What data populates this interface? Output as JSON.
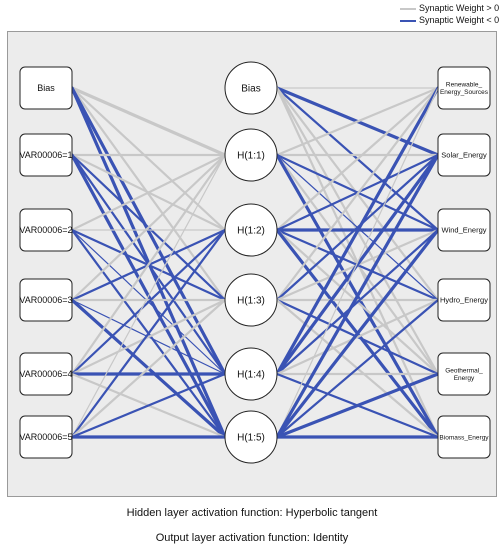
{
  "legend": {
    "positive_label": "Synaptic Weight > 0",
    "negative_label": "Synaptic Weight < 0",
    "positive_color": "#c8c8c8",
    "negative_color": "#3a53b4"
  },
  "layers": {
    "input": [
      {
        "id": "in-bias",
        "label": "Bias"
      },
      {
        "id": "in-1",
        "label": "VAR00006=1"
      },
      {
        "id": "in-2",
        "label": "VAR00006=2"
      },
      {
        "id": "in-3",
        "label": "VAR00006=3"
      },
      {
        "id": "in-4",
        "label": "VAR00006=4"
      },
      {
        "id": "in-5",
        "label": "VAR00006=5"
      }
    ],
    "hidden": [
      {
        "id": "h-bias",
        "label": "Bias"
      },
      {
        "id": "h-1",
        "label": "H(1:1)"
      },
      {
        "id": "h-2",
        "label": "H(1:2)"
      },
      {
        "id": "h-3",
        "label": "H(1:3)"
      },
      {
        "id": "h-4",
        "label": "H(1:4)"
      },
      {
        "id": "h-5",
        "label": "H(1:5)"
      }
    ],
    "output": [
      {
        "id": "o-1",
        "label": "Renewable_ Energy_Sources"
      },
      {
        "id": "o-2",
        "label": "Solar_Energy"
      },
      {
        "id": "o-3",
        "label": "Wind_Energy"
      },
      {
        "id": "o-4",
        "label": "Hydro_Energy"
      },
      {
        "id": "o-5",
        "label": "Geothermal_ Energy"
      },
      {
        "id": "o-6",
        "label": "Biomass_Energy"
      }
    ]
  },
  "connections_input_hidden": [
    {
      "from": "in-bias",
      "to": "h-1",
      "sign": "positive",
      "strength": 3
    },
    {
      "from": "in-bias",
      "to": "h-2",
      "sign": "positive",
      "strength": 2
    },
    {
      "from": "in-bias",
      "to": "h-3",
      "sign": "positive",
      "strength": 2
    },
    {
      "from": "in-bias",
      "to": "h-4",
      "sign": "negative",
      "strength": 3
    },
    {
      "from": "in-bias",
      "to": "h-5",
      "sign": "negative",
      "strength": 3
    },
    {
      "from": "in-1",
      "to": "h-1",
      "sign": "positive",
      "strength": 2
    },
    {
      "from": "in-1",
      "to": "h-2",
      "sign": "positive",
      "strength": 2
    },
    {
      "from": "in-1",
      "to": "h-3",
      "sign": "negative",
      "strength": 2
    },
    {
      "from": "in-1",
      "to": "h-4",
      "sign": "negative",
      "strength": 2
    },
    {
      "from": "in-1",
      "to": "h-5",
      "sign": "negative",
      "strength": 3
    },
    {
      "from": "in-2",
      "to": "h-1",
      "sign": "positive",
      "strength": 2
    },
    {
      "from": "in-2",
      "to": "h-2",
      "sign": "positive",
      "strength": 1
    },
    {
      "from": "in-2",
      "to": "h-3",
      "sign": "negative",
      "strength": 2
    },
    {
      "from": "in-2",
      "to": "h-4",
      "sign": "negative",
      "strength": 1
    },
    {
      "from": "in-2",
      "to": "h-5",
      "sign": "negative",
      "strength": 2
    },
    {
      "from": "in-3",
      "to": "h-1",
      "sign": "positive",
      "strength": 2
    },
    {
      "from": "in-3",
      "to": "h-2",
      "sign": "negative",
      "strength": 2
    },
    {
      "from": "in-3",
      "to": "h-3",
      "sign": "positive",
      "strength": 2
    },
    {
      "from": "in-3",
      "to": "h-4",
      "sign": "negative",
      "strength": 1
    },
    {
      "from": "in-3",
      "to": "h-5",
      "sign": "negative",
      "strength": 3
    },
    {
      "from": "in-4",
      "to": "h-1",
      "sign": "positive",
      "strength": 2
    },
    {
      "from": "in-4",
      "to": "h-2",
      "sign": "negative",
      "strength": 2
    },
    {
      "from": "in-4",
      "to": "h-3",
      "sign": "positive",
      "strength": 2
    },
    {
      "from": "in-4",
      "to": "h-4",
      "sign": "negative",
      "strength": 3
    },
    {
      "from": "in-4",
      "to": "h-5",
      "sign": "positive",
      "strength": 2
    },
    {
      "from": "in-5",
      "to": "h-1",
      "sign": "positive",
      "strength": 1
    },
    {
      "from": "in-5",
      "to": "h-2",
      "sign": "negative",
      "strength": 2
    },
    {
      "from": "in-5",
      "to": "h-3",
      "sign": "positive",
      "strength": 2
    },
    {
      "from": "in-5",
      "to": "h-4",
      "sign": "negative",
      "strength": 2
    },
    {
      "from": "in-5",
      "to": "h-5",
      "sign": "negative",
      "strength": 3
    }
  ],
  "connections_hidden_output": [
    {
      "from": "h-bias",
      "to": "o-1",
      "sign": "positive",
      "strength": 1
    },
    {
      "from": "h-bias",
      "to": "o-2",
      "sign": "negative",
      "strength": 3
    },
    {
      "from": "h-bias",
      "to": "o-3",
      "sign": "negative",
      "strength": 2
    },
    {
      "from": "h-bias",
      "to": "o-4",
      "sign": "positive",
      "strength": 2
    },
    {
      "from": "h-bias",
      "to": "o-5",
      "sign": "positive",
      "strength": 2
    },
    {
      "from": "h-bias",
      "to": "o-6",
      "sign": "positive",
      "strength": 2
    },
    {
      "from": "h-1",
      "to": "o-1",
      "sign": "positive",
      "strength": 2
    },
    {
      "from": "h-1",
      "to": "o-2",
      "sign": "positive",
      "strength": 2
    },
    {
      "from": "h-1",
      "to": "o-3",
      "sign": "negative",
      "strength": 2
    },
    {
      "from": "h-1",
      "to": "o-4",
      "sign": "negative",
      "strength": 1
    },
    {
      "from": "h-1",
      "to": "o-5",
      "sign": "positive",
      "strength": 2
    },
    {
      "from": "h-1",
      "to": "o-6",
      "sign": "negative",
      "strength": 3
    },
    {
      "from": "h-2",
      "to": "o-1",
      "sign": "positive",
      "strength": 2
    },
    {
      "from": "h-2",
      "to": "o-2",
      "sign": "negative",
      "strength": 2
    },
    {
      "from": "h-2",
      "to": "o-3",
      "sign": "negative",
      "strength": 3
    },
    {
      "from": "h-2",
      "to": "o-4",
      "sign": "negative",
      "strength": 2
    },
    {
      "from": "h-2",
      "to": "o-5",
      "sign": "positive",
      "strength": 2
    },
    {
      "from": "h-2",
      "to": "o-6",
      "sign": "negative",
      "strength": 3
    },
    {
      "from": "h-3",
      "to": "o-1",
      "sign": "positive",
      "strength": 2
    },
    {
      "from": "h-3",
      "to": "o-2",
      "sign": "negative",
      "strength": 2
    },
    {
      "from": "h-3",
      "to": "o-3",
      "sign": "positive",
      "strength": 2
    },
    {
      "from": "h-3",
      "to": "o-4",
      "sign": "positive",
      "strength": 2
    },
    {
      "from": "h-3",
      "to": "o-5",
      "sign": "negative",
      "strength": 2
    },
    {
      "from": "h-3",
      "to": "o-6",
      "sign": "positive",
      "strength": 2
    },
    {
      "from": "h-4",
      "to": "o-1",
      "sign": "negative",
      "strength": 3
    },
    {
      "from": "h-4",
      "to": "o-2",
      "sign": "negative",
      "strength": 3
    },
    {
      "from": "h-4",
      "to": "o-3",
      "sign": "negative",
      "strength": 2
    },
    {
      "from": "h-4",
      "to": "o-4",
      "sign": "positive",
      "strength": 2
    },
    {
      "from": "h-4",
      "to": "o-5",
      "sign": "positive",
      "strength": 2
    },
    {
      "from": "h-4",
      "to": "o-6",
      "sign": "negative",
      "strength": 2
    },
    {
      "from": "h-5",
      "to": "o-1",
      "sign": "positive",
      "strength": 1
    },
    {
      "from": "h-5",
      "to": "o-2",
      "sign": "negative",
      "strength": 3
    },
    {
      "from": "h-5",
      "to": "o-3",
      "sign": "negative",
      "strength": 3
    },
    {
      "from": "h-5",
      "to": "o-4",
      "sign": "negative",
      "strength": 2
    },
    {
      "from": "h-5",
      "to": "o-5",
      "sign": "negative",
      "strength": 3
    },
    {
      "from": "h-5",
      "to": "o-6",
      "sign": "negative",
      "strength": 3
    }
  ],
  "footnotes": {
    "hidden_activation": "Hidden layer activation function: Hyperbolic tangent",
    "output_activation": "Output layer activation function: Identity"
  }
}
